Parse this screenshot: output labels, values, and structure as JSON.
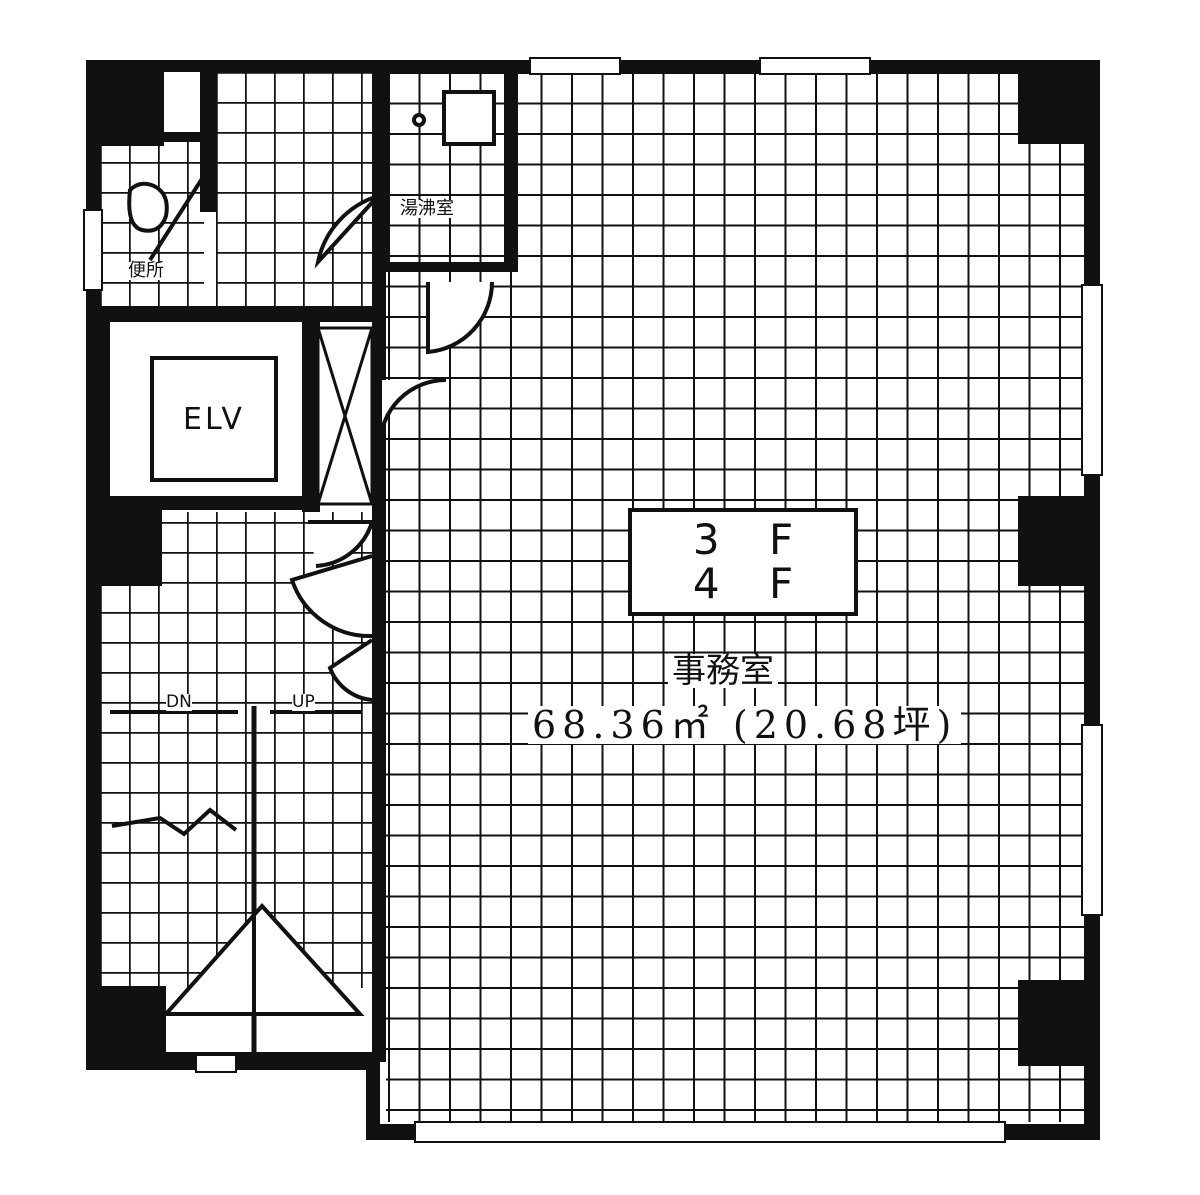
{
  "floor_plan": {
    "floor_labels": [
      "3 F",
      "4 F"
    ],
    "elevator_label": "ELV",
    "office": {
      "name": "事務室",
      "area": "68.36㎡ (20.68坪)"
    },
    "toilet_label": "便所",
    "kitchenette_label": "湯沸室",
    "stair_down_label": "DN",
    "stair_up_label": "UP"
  },
  "colors": {
    "wall": "#111111",
    "tile_line": "#111111",
    "background": "#ffffff"
  }
}
